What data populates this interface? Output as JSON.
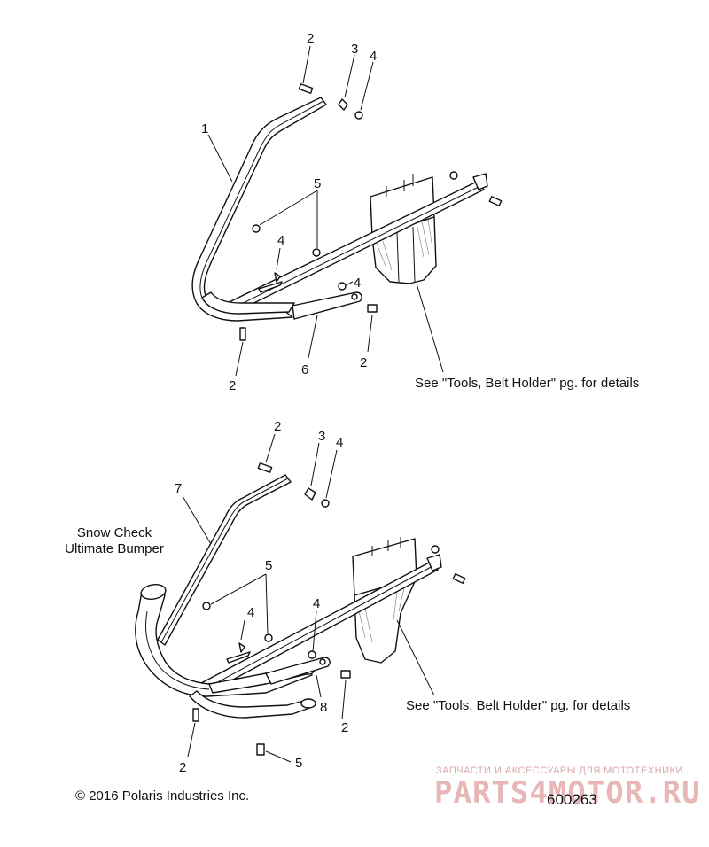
{
  "callouts": {
    "top": [
      {
        "id": "c1",
        "text": "1"
      },
      {
        "id": "c2a",
        "text": "2"
      },
      {
        "id": "c3",
        "text": "3"
      },
      {
        "id": "c4a",
        "text": "4"
      },
      {
        "id": "c5",
        "text": "5"
      },
      {
        "id": "c4b",
        "text": "4"
      },
      {
        "id": "c4c",
        "text": "4"
      },
      {
        "id": "c2b",
        "text": "2"
      },
      {
        "id": "c6",
        "text": "6"
      },
      {
        "id": "c2c",
        "text": "2"
      }
    ],
    "bottom": [
      {
        "id": "d2a",
        "text": "2"
      },
      {
        "id": "d3",
        "text": "3"
      },
      {
        "id": "d4a",
        "text": "4"
      },
      {
        "id": "d7",
        "text": "7"
      },
      {
        "id": "d5a",
        "text": "5"
      },
      {
        "id": "d4b",
        "text": "4"
      },
      {
        "id": "d4c",
        "text": "4"
      },
      {
        "id": "d8",
        "text": "8"
      },
      {
        "id": "d2b",
        "text": "2"
      },
      {
        "id": "d2c",
        "text": "2"
      },
      {
        "id": "d5b",
        "text": "5"
      }
    ]
  },
  "notes": {
    "top_see": "See \"Tools, Belt Holder\" pg. for details",
    "bottom_see": "See \"Tools, Belt Holder\" pg. for details",
    "variant_line1": "Snow Check",
    "variant_line2": "Ultimate Bumper"
  },
  "footer": {
    "copyright": "© 2016 Polaris Industries Inc.",
    "figure_number": "600263"
  },
  "watermark": {
    "tagline": "ЗАПЧАСТИ И АКСЕССУАРЫ ДЛЯ МОТОТЕХНИКИ",
    "brand": "PARTS4MOTOR.RU"
  }
}
